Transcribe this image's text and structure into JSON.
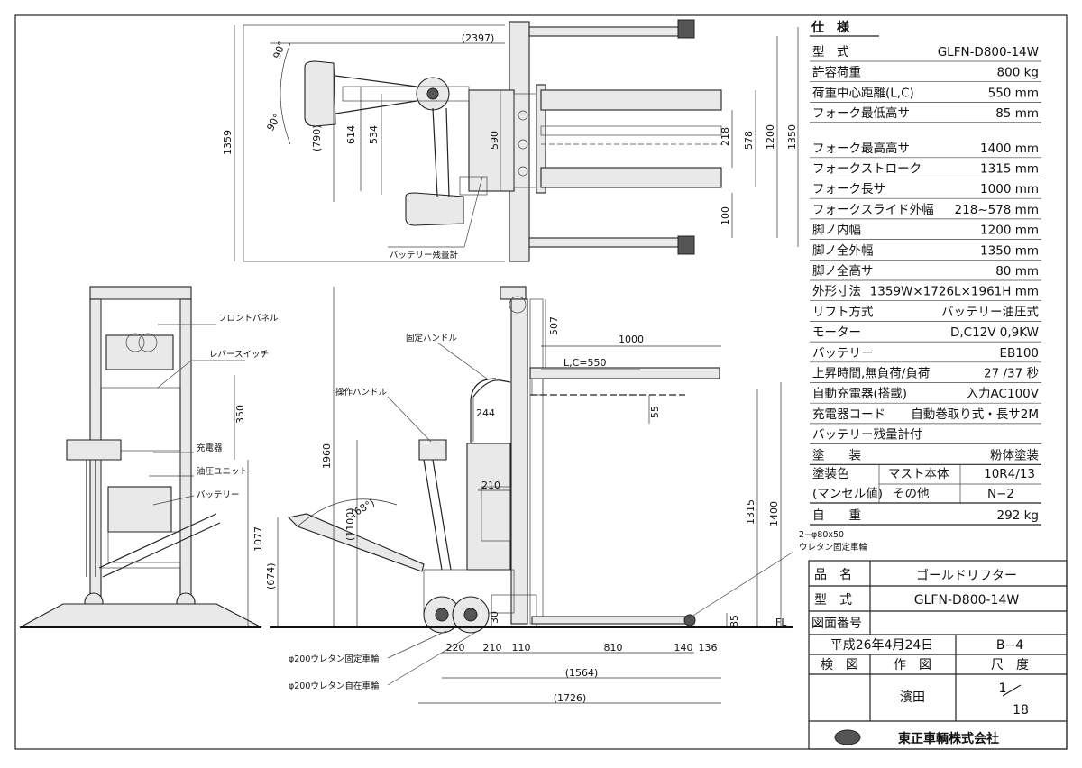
{
  "spec": {
    "heading": "仕　様",
    "rows": [
      {
        "label": "型　式",
        "value": "GLFN-D800-14W"
      },
      {
        "label": "許容荷重",
        "value": "800 kg"
      },
      {
        "label": "荷重中心距離(L,C)",
        "value": "550 mm"
      },
      {
        "label": "フォーク最低高サ",
        "value": "85 mm"
      },
      {
        "label": "フォーク最高高サ",
        "value": "1400 mm"
      },
      {
        "label": "フォークストローク",
        "value": "1315 mm"
      },
      {
        "label": "フォーク長サ",
        "value": "1000 mm"
      },
      {
        "label": "フォークスライド外幅",
        "value": "218~578 mm"
      },
      {
        "label": "脚ノ内幅",
        "value": "1200 mm"
      },
      {
        "label": "脚ノ全外幅",
        "value": "1350 mm"
      },
      {
        "label": "脚ノ全高サ",
        "value": "80 mm"
      },
      {
        "label": "外形寸法",
        "value": "1359W×1726L×1961H mm"
      },
      {
        "label": "リフト方式",
        "value": "バッテリー油圧式"
      },
      {
        "label": "モーター",
        "value": "D,C12V 0,9KW"
      },
      {
        "label": "バッテリー",
        "value": "EB100"
      },
      {
        "label": "上昇時間,無負荷/負荷",
        "value": "27 /37 秒"
      },
      {
        "label": "自動充電器(搭載)",
        "value": "入力AC100V"
      },
      {
        "label": "充電器コード",
        "value": "自動巻取り式・長サ2M"
      },
      {
        "label": "バッテリー残量計付",
        "value": ""
      },
      {
        "label": "塗　　装",
        "value": "粉体塗装"
      }
    ],
    "paint": {
      "label": "塗装色",
      "sublabel": "(マンセル値)",
      "rows": [
        {
          "part": "マスト本体",
          "code": "10R4/13"
        },
        {
          "part": "その他",
          "code": "N−2"
        }
      ]
    },
    "weight": {
      "label": "自　　重",
      "value": "292 kg"
    }
  },
  "title_block": {
    "name_label": "品　名",
    "name_value": "ゴールドリフター",
    "model_label": "型　式",
    "model_value": "GLFN-D800-14W",
    "drawing_no_label": "図面番号",
    "drawing_no_value": "",
    "date": "平成26年4月24日",
    "sheet": "B−4",
    "inspect_label": "検　図",
    "draw_label": "作　図",
    "scale_label": "尺　度",
    "drawer": "濱田",
    "scale_num": "1",
    "scale_den": "18",
    "company": "東正車輌株式会社"
  },
  "labels": {
    "battery_gauge": "バッテリー残量計",
    "front_panel": "フロントパネル",
    "lever_switch": "レバースイッチ",
    "charger": "充電器",
    "hydraulic_unit": "油圧ユニット",
    "battery": "バッテリー",
    "fixed_handle": "固定ハンドル",
    "operation_handle": "操作ハンドル",
    "caster_spec": "2−φ80x50",
    "caster_desc": "ウレタン固定車輪",
    "wheel_fixed": "φ200ウレタン固定車輪",
    "wheel_swivel": "φ200ウレタン自在車輪",
    "fl": "FL"
  },
  "dims": {
    "d2397": "(2397)",
    "d90a": "90°",
    "d90b": "90°",
    "d790": "(790)",
    "d614": "614",
    "d534": "534",
    "d590": "590",
    "d218": "218",
    "d578": "578",
    "d1200": "1200",
    "d1350": "1350",
    "d1359": "1359",
    "d100": "100",
    "d507": "507",
    "d1000": "1000",
    "dlc": "L,C=550",
    "d55": "55",
    "d244": "244",
    "d210a": "210",
    "d350": "350",
    "d1960": "1960",
    "d1100": "(1100)",
    "d68": "(68°)",
    "d1077": "1077",
    "d674": "(674)",
    "d1315": "1315",
    "d1400": "1400",
    "d30": "30",
    "d85": "85",
    "d220": "220",
    "d210b": "210",
    "d110": "110",
    "d810": "810",
    "d140": "140",
    "d136": "136",
    "d1564": "(1564)",
    "d1726": "(1726)"
  }
}
